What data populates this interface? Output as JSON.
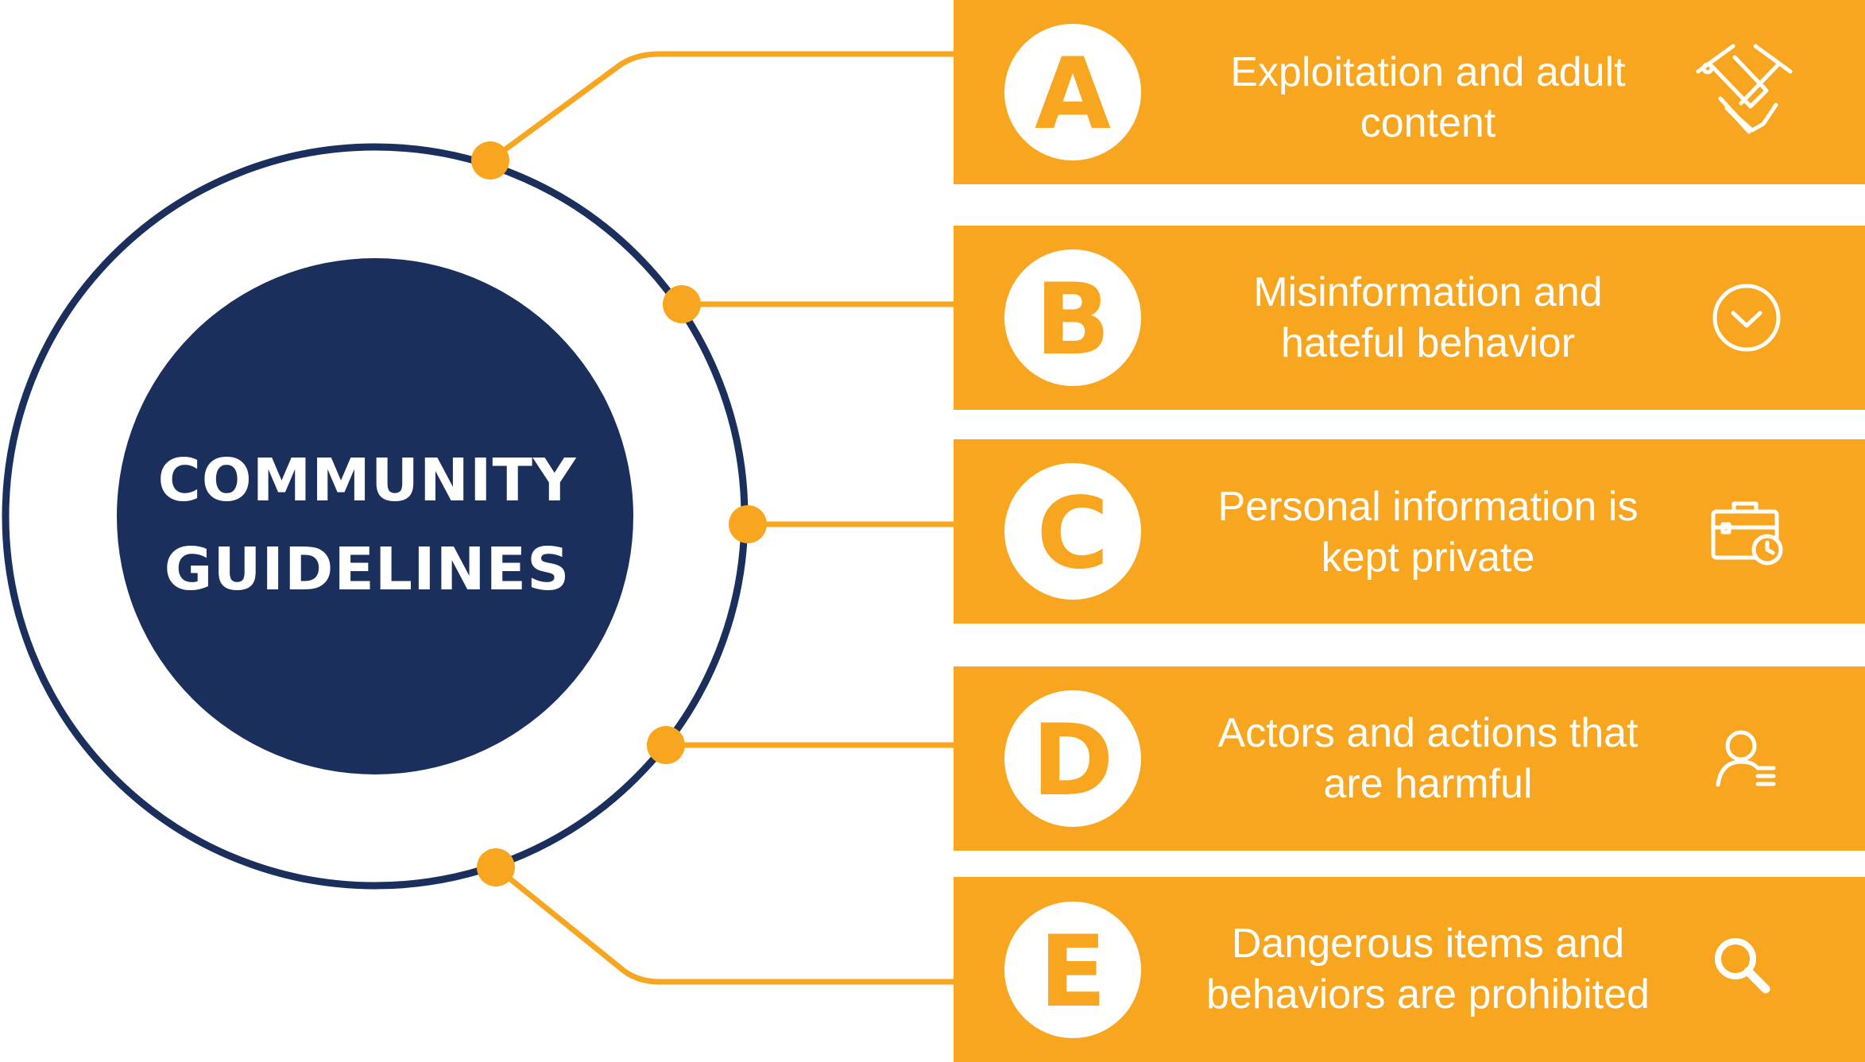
{
  "hub": {
    "title_lines": [
      "COMMUNITY",
      "GUIDELINES"
    ]
  },
  "colors": {
    "navy": "#1b2f5c",
    "orange": "#f8a51f",
    "white": "#ffffff"
  },
  "items": [
    {
      "letter": "A",
      "lines": [
        "Exploitation and adult",
        "content"
      ],
      "icon": "handshake-icon"
    },
    {
      "letter": "B",
      "lines": [
        "Misinformation and",
        "hateful behavior"
      ],
      "icon": "check-circle-icon"
    },
    {
      "letter": "C",
      "lines": [
        "Personal information is",
        "kept private"
      ],
      "icon": "briefcase-clock-icon"
    },
    {
      "letter": "D",
      "lines": [
        "Actors and actions that",
        "are harmful"
      ],
      "icon": "user-list-icon"
    },
    {
      "letter": "E",
      "lines": [
        "Dangerous items and",
        "behaviors are prohibited"
      ],
      "icon": "magnifier-icon"
    }
  ]
}
